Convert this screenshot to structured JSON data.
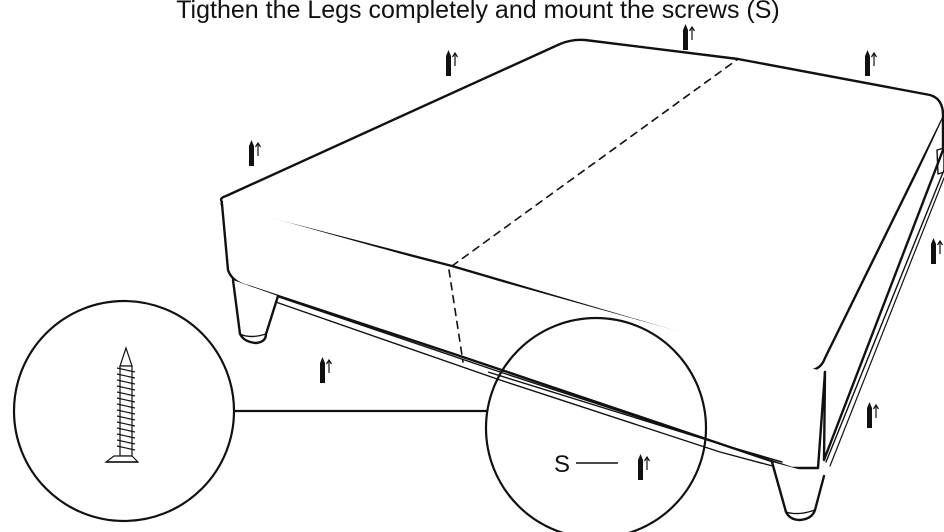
{
  "instruction": {
    "text": "Tigthen the Legs completely and mount the screws (S)"
  },
  "callout": {
    "part_label": "S"
  },
  "icons": {
    "screw": "screw-icon",
    "screw_arrow": "screw-up-arrow-icon",
    "bed": "bed-base-illustration",
    "zoom": "zoom-circle"
  },
  "screw_positions_count_shown": 8,
  "colors": {
    "line": "#111111",
    "background": "#ffffff"
  }
}
